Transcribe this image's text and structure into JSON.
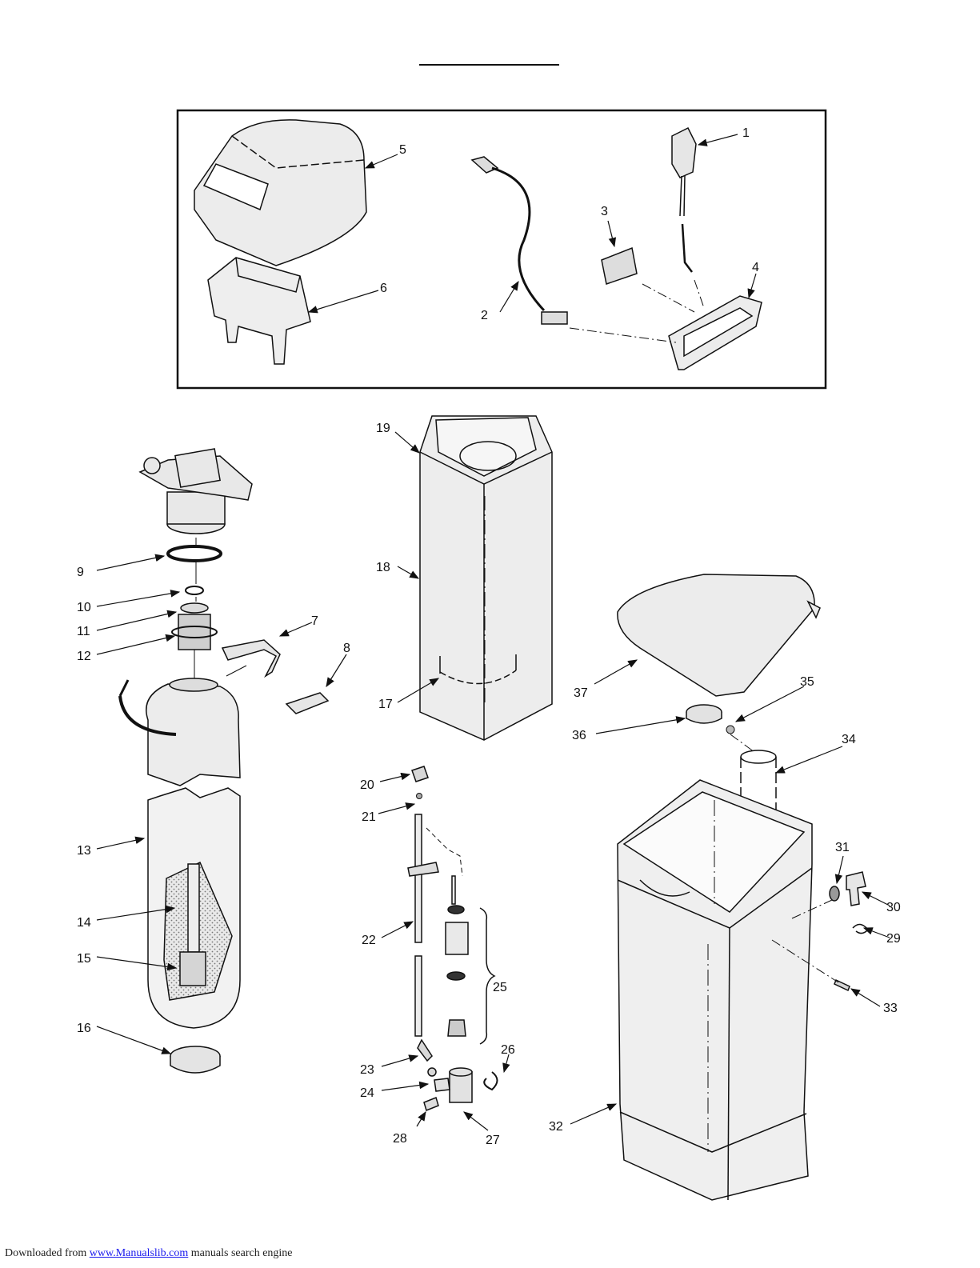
{
  "callouts": {
    "c1": "1",
    "c2": "2",
    "c3": "3",
    "c4": "4",
    "c5": "5",
    "c6": "6",
    "c7": "7",
    "c8": "8",
    "c9": "9",
    "c10": "10",
    "c11": "11",
    "c12": "12",
    "c13": "13",
    "c14": "14",
    "c15": "15",
    "c16": "16",
    "c17": "17",
    "c18": "18",
    "c19": "19",
    "c20": "20",
    "c21": "21",
    "c22": "22",
    "c23": "23",
    "c24": "24",
    "c25": "25",
    "c26": "26",
    "c27": "27",
    "c28": "28",
    "c29": "29",
    "c30": "30",
    "c31": "31",
    "c32": "32",
    "c33": "33",
    "c34": "34",
    "c35": "35",
    "c36": "36",
    "c37": "37"
  },
  "footer": {
    "prefix": "Downloaded from",
    "link_text": "www.Manualslib.com",
    "suffix": "manuals search engine"
  },
  "colors": {
    "line": "#111111",
    "link": "#1a1aee",
    "shade": "#e6e6e6",
    "resin": "#cfcfcf"
  }
}
